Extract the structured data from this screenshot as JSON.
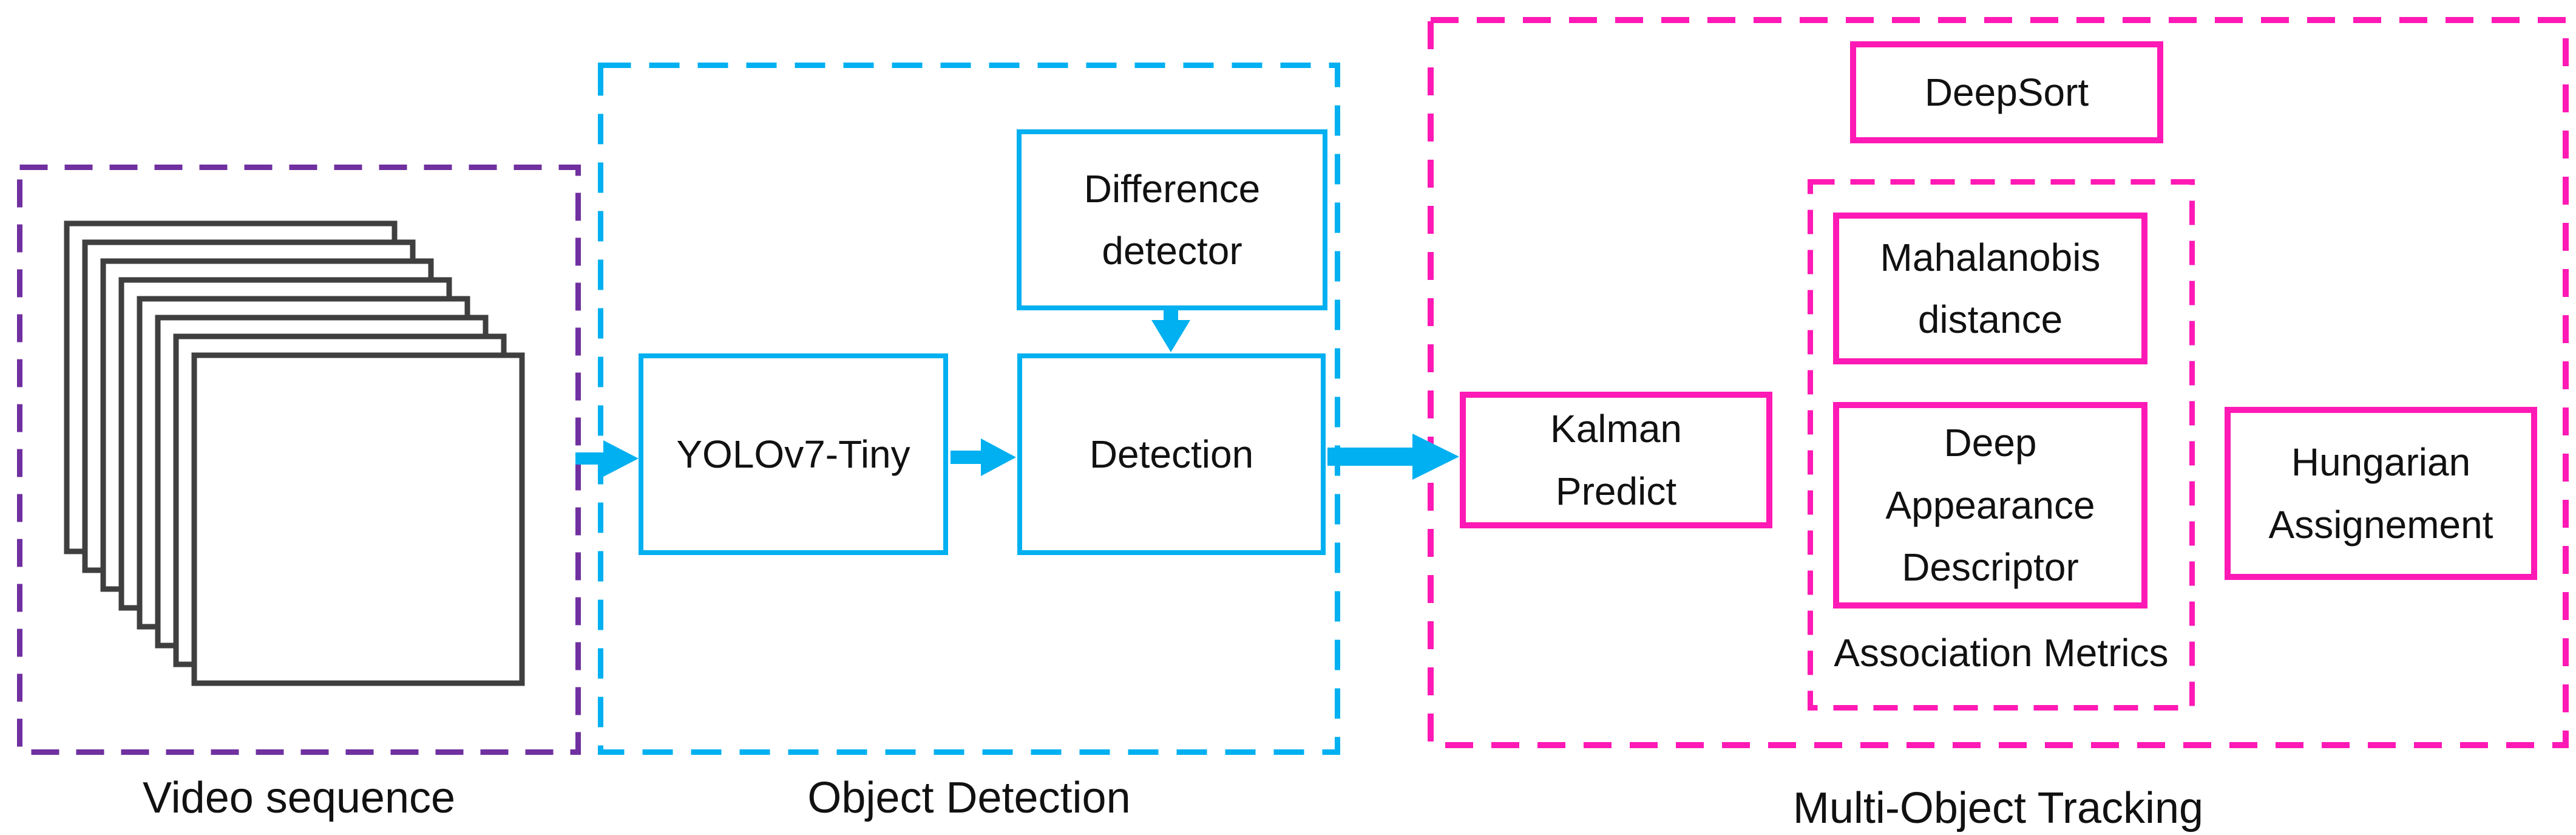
{
  "colors": {
    "purple": "#7030A0",
    "cyan": "#00B0F0",
    "magenta": "#FF19B5",
    "frame": "#3F3F3F",
    "text": "#111111",
    "background": "#FFFFFF"
  },
  "stages": {
    "video_sequence": {
      "label": "Video sequence"
    },
    "object_detection": {
      "label": "Object Detection",
      "nodes": {
        "yolo": {
          "label": "YOLOv7-Tiny"
        },
        "difference_detector": {
          "label": "Difference\ndetector"
        },
        "detection": {
          "label": "Detection"
        }
      }
    },
    "multi_object_tracking": {
      "label": "Multi-Object Tracking",
      "nodes": {
        "deepsort": {
          "label": "DeepSort"
        },
        "kalman": {
          "label": "Kalman\nPredict"
        },
        "hungarian": {
          "label": "Hungarian\nAssignement"
        }
      },
      "association_metrics": {
        "label": "Association Metrics",
        "nodes": {
          "mahalanobis": {
            "label": "Mahalanobis\ndistance"
          },
          "deep_appearance": {
            "label": "Deep\nAppearance\nDescriptor"
          }
        }
      }
    }
  }
}
